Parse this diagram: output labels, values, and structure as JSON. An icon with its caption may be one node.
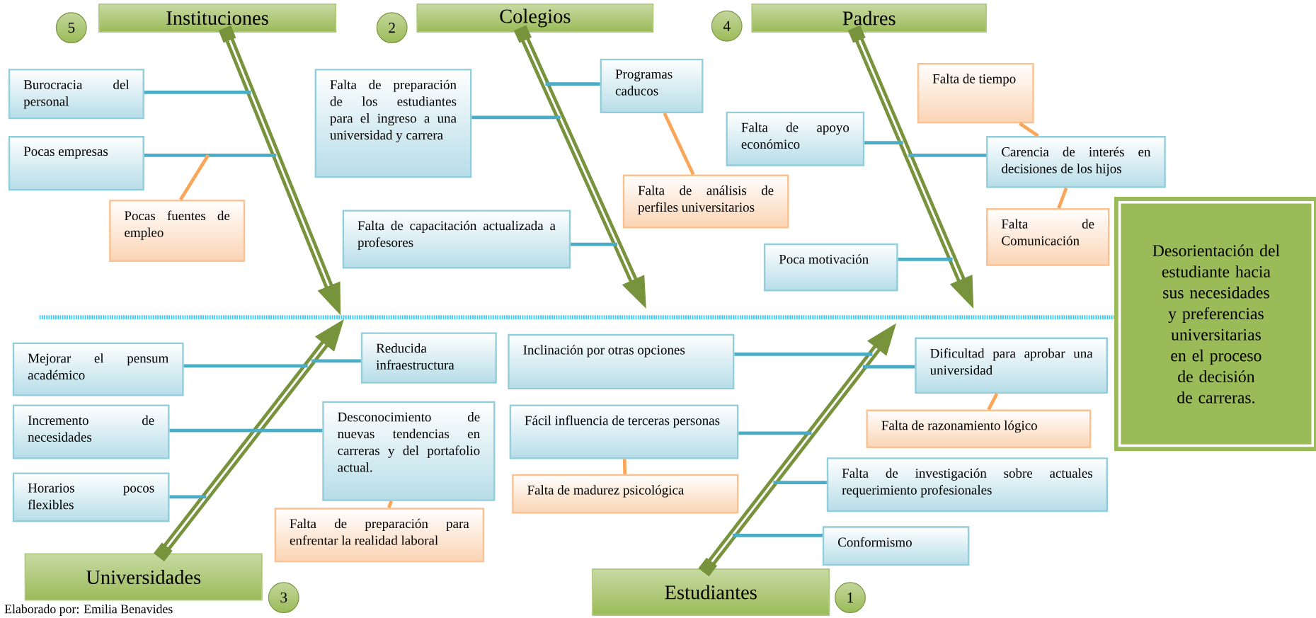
{
  "diagram": {
    "nodes": [
      {
        "text": [
          "5"
        ]
      },
      {
        "text": [
          "Instituciones"
        ]
      },
      {
        "text": [
          "2"
        ]
      },
      {
        "text": [
          "Colegios"
        ]
      },
      {
        "text": [
          "4"
        ]
      },
      {
        "text": [
          "Padres"
        ]
      },
      {
        "text": [
          "Burocracia del personal"
        ]
      },
      {
        "text": [
          "Pocas empresas"
        ]
      },
      {
        "text": [
          "Pocas fuentes de empleo"
        ]
      },
      {
        "text": [
          "Falta de preparación de los estudiantes para el ingreso a una universidad y carrera"
        ]
      },
      {
        "text": [
          "Programas caducos"
        ]
      },
      {
        "text": [
          "Falta de análisis de perfiles universitarios"
        ]
      },
      {
        "text": [
          "Falta de capacitación actualizada a profesores"
        ]
      },
      {
        "text": [
          "Falta de apoyo económico"
        ]
      },
      {
        "text": [
          "Falta de tiempo"
        ]
      },
      {
        "text": [
          "Carencia de interés en decisiones de los hijos"
        ]
      },
      {
        "text": [
          "Falta de Comunicación"
        ]
      },
      {
        "text": [
          "Poca motivación"
        ]
      },
      {
        "text": [
          "Desorientación del estudiante hacia sus necesidades y preferencias universitarias en el proceso de decisión de carreras."
        ]
      },
      {
        "text": [
          "Mejorar el pensum académico"
        ]
      },
      {
        "text": [
          "Reducida infraestructura"
        ]
      },
      {
        "text": [
          "Inclinación por otras opciones"
        ]
      },
      {
        "text": [
          "Dificultad para aprobar una universidad"
        ]
      },
      {
        "text": [
          "Incremento de necesidades"
        ]
      },
      {
        "text": [
          "Desconocimiento de nuevas tendencias en carreras y del portafolio actual."
        ]
      },
      {
        "text": [
          "Fácil influencia de terceras personas"
        ]
      },
      {
        "text": [
          "Falta de razonamiento lógico"
        ]
      },
      {
        "text": [
          "Horarios pocos flexibles"
        ]
      },
      {
        "text": [
          "Falta de madurez psicológica"
        ]
      },
      {
        "text": [
          "Falta de investigación sobre actuales requerimiento profesionales"
        ]
      },
      {
        "text": [
          "Falta de preparación para enfrentar la realidad laboral"
        ]
      },
      {
        "text": [
          "Conformismo"
        ]
      },
      {
        "text": [
          "Universidades"
        ]
      },
      {
        "text": [
          "3"
        ]
      },
      {
        "text": [
          "Estudiantes"
        ]
      },
      {
        "text": [
          "1"
        ]
      }
    ],
    "edges": [
      {
        "from": 1,
        "to": null,
        "arrow": "to",
        "style": "thick",
        "color": "#77933c"
      },
      {
        "from": 3,
        "to": null,
        "arrow": "to",
        "style": "thick",
        "color": "#77933c"
      },
      {
        "from": 5,
        "to": null,
        "arrow": "to",
        "style": "thick",
        "color": "#77933c"
      },
      {
        "from": 32,
        "to": null,
        "arrow": "to",
        "style": "thick",
        "color": "#77933c"
      },
      {
        "from": 34,
        "to": null,
        "arrow": "to",
        "style": "thick",
        "color": "#77933c"
      },
      {
        "from": 6,
        "to": null,
        "arrow": "none"
      },
      {
        "from": 7,
        "to": null,
        "arrow": "none"
      },
      {
        "from": 9,
        "to": null,
        "arrow": "none"
      },
      {
        "from": 10,
        "to": null,
        "arrow": "none"
      },
      {
        "from": 12,
        "to": null,
        "arrow": "none"
      },
      {
        "from": 13,
        "to": null,
        "arrow": "none"
      },
      {
        "from": 15,
        "to": null,
        "arrow": "none"
      },
      {
        "from": 17,
        "to": null,
        "arrow": "none"
      },
      {
        "from": 19,
        "to": null,
        "arrow": "none"
      },
      {
        "from": 20,
        "to": null,
        "arrow": "none"
      },
      {
        "from": 21,
        "to": null,
        "arrow": "none"
      },
      {
        "from": 22,
        "to": null,
        "arrow": "none"
      },
      {
        "from": 23,
        "to": null,
        "arrow": "none"
      },
      {
        "from": 24,
        "to": null,
        "arrow": "none"
      },
      {
        "from": 25,
        "to": null,
        "arrow": "none"
      },
      {
        "from": 27,
        "to": null,
        "arrow": "none"
      },
      {
        "from": 29,
        "to": null,
        "arrow": "none"
      },
      {
        "from": 31,
        "to": null,
        "arrow": "none"
      },
      {
        "from": 8,
        "to": null,
        "arrow": "none",
        "color": "#f9a65a"
      },
      {
        "from": 11,
        "to": 10,
        "arrow": "none",
        "color": "#f9a65a"
      },
      {
        "from": 14,
        "to": 15,
        "arrow": "none",
        "color": "#f9a65a"
      },
      {
        "from": 16,
        "to": 15,
        "arrow": "none",
        "color": "#f9a65a"
      },
      {
        "from": 26,
        "to": 22,
        "arrow": "none",
        "color": "#f9a65a"
      },
      {
        "from": 28,
        "to": 25,
        "arrow": "none",
        "color": "#f9a65a"
      },
      {
        "from": 30,
        "to": 24,
        "arrow": "none",
        "color": "#f9a65a"
      }
    ],
    "labels": [
      "Elaborado por: Emilia Benavides"
    ]
  }
}
